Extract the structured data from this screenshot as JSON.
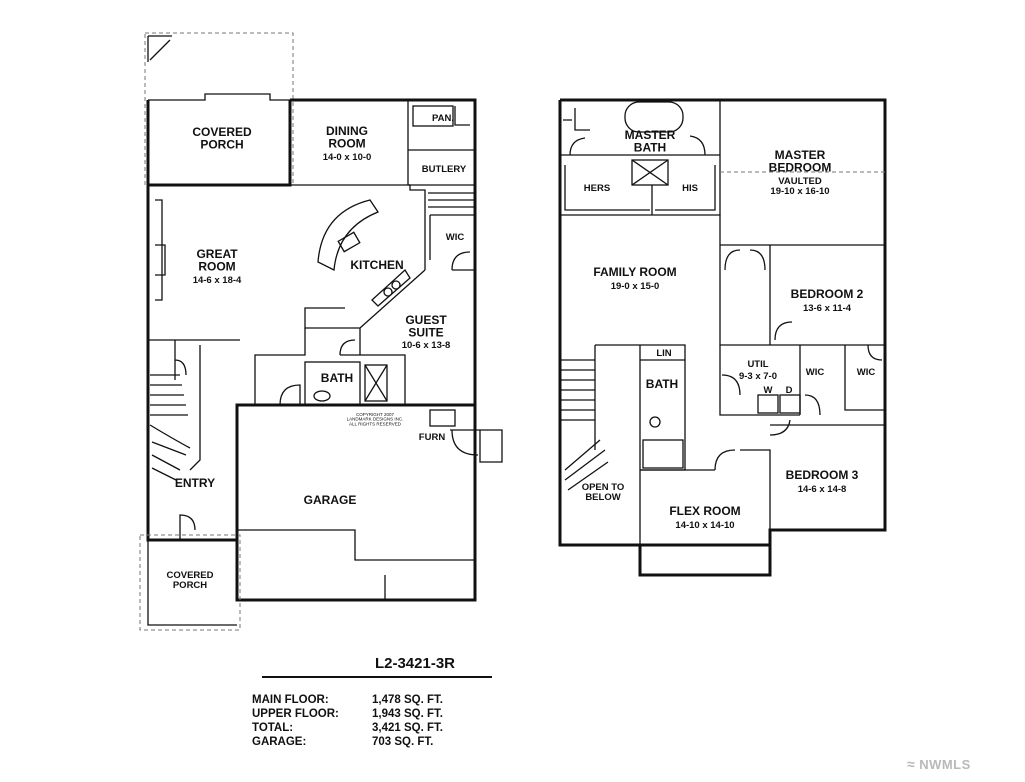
{
  "floorplan": {
    "main_floor": {
      "covered_porch_top": "COVERED\nPORCH",
      "dining_room": "DINING\nROOM",
      "dining_room_dim": "14-0 x 10-0",
      "pantry": "PAN.",
      "butlery": "BUTLERY",
      "great_room": "GREAT\nROOM",
      "great_room_dim": "14-6 x 18-4",
      "kitchen": "KITCHEN",
      "wic": "WIC",
      "guest_suite": "GUEST\nSUITE",
      "guest_suite_dim": "10-6 x 13-8",
      "bath": "BATH",
      "copyright": "COPYRIGHT 2007\nLANDMARK DESIGNS INC.\nALL RIGHTS RESERVED",
      "furn": "FURN",
      "entry": "ENTRY",
      "garage": "GARAGE",
      "covered_porch_bottom": "COVERED\nPORCH"
    },
    "upper_floor": {
      "master_bath": "MASTER\nBATH",
      "hers": "HERS",
      "his": "HIS",
      "master_bedroom": "MASTER\nBEDROOM",
      "master_bedroom_note": "VAULTED",
      "master_bedroom_dim": "19-10 x 16-10",
      "family_room": "FAMILY ROOM",
      "family_room_dim": "19-0 x 15-0",
      "bedroom2": "BEDROOM 2",
      "bedroom2_dim": "13-6 x 11-4",
      "lin": "LIN",
      "bath": "BATH",
      "util": "UTIL",
      "util_dim": "9-3 x 7-0",
      "washer": "W",
      "dryer": "D",
      "wic_left": "WIC",
      "wic_right": "WIC",
      "open_to_below": "OPEN TO\nBELOW",
      "flex_room": "FLEX ROOM",
      "flex_room_dim": "14-10 x 14-10",
      "bedroom3": "BEDROOM 3",
      "bedroom3_dim": "14-6 x 14-8"
    }
  },
  "plan_code": "L2-3421-3R",
  "sqft": [
    {
      "label": "MAIN FLOOR:",
      "value": "1,478 SQ. FT."
    },
    {
      "label": "UPPER FLOOR:",
      "value": "1,943 SQ. FT."
    },
    {
      "label": "TOTAL:",
      "value": "3,421 SQ. FT."
    },
    {
      "label": "GARAGE:",
      "value": "703 SQ. FT."
    }
  ],
  "watermark": "NWMLS"
}
